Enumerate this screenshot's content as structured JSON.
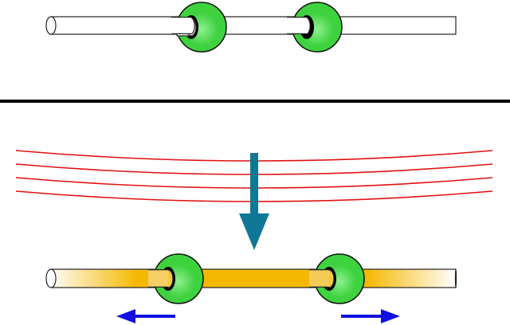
{
  "colors": {
    "background": "#ffffff",
    "rod_outline": "#222222",
    "rod_fill": "#ffffff",
    "bead_green": "#3fd23f",
    "bead_green_highlight": "#8ff08f",
    "bead_outline": "#111111",
    "bead_hole": "#000000",
    "divider": "#000000",
    "field_lines": "#e01010",
    "arrow_down": "#0f7896",
    "side_arrows": "#1010e0",
    "heated_center": "#f5b800",
    "heated_fade": "#ffffff"
  },
  "icons": {
    "bead": "green-bead-icon",
    "down_arrow": "down-arrow-icon",
    "left_arrow": "left-arrow-icon",
    "right_arrow": "right-arrow-icon"
  },
  "panels": {
    "top": {
      "rod_state": "unheated",
      "bead_count": 2
    },
    "bottom": {
      "rod_state": "heated",
      "bead_count": 2,
      "field_line_count": 4,
      "bead_motion": "outward"
    }
  }
}
